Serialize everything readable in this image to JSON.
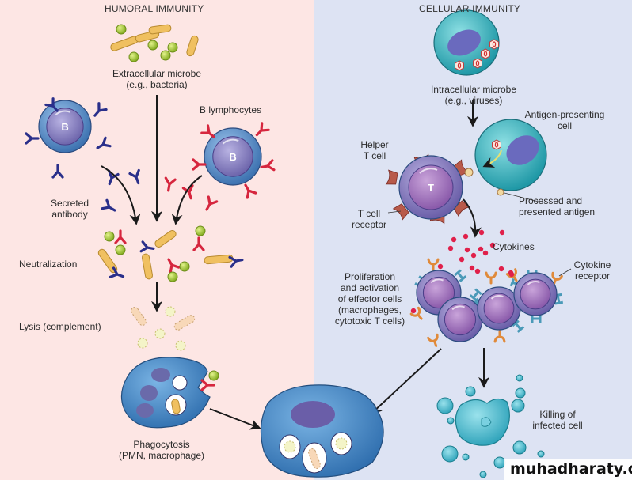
{
  "panels": {
    "humoral": {
      "title": "HUMORAL IMMUNITY",
      "bg": "#fde6e4"
    },
    "cellular": {
      "title": "CELLULAR IMMUNITY",
      "bg": "#dde3f3"
    }
  },
  "labels": {
    "extracellular_microbe": [
      "Extracellular microbe",
      "(e.g., bacteria)"
    ],
    "b_lymphocytes": "B lymphocytes",
    "secreted_antibody": [
      "Secreted",
      "antibody"
    ],
    "neutralization": "Neutralization",
    "lysis": "Lysis (complement)",
    "phagocytosis": [
      "Phagocytosis",
      "(PMN, macrophage)"
    ],
    "intracellular_microbe": [
      "Intracellular microbe",
      "(e.g., viruses)"
    ],
    "antigen_presenting_cell": [
      "Antigen-presenting",
      "cell"
    ],
    "helper_t_cell": [
      "Helper",
      "T cell"
    ],
    "t_cell_receptor": [
      "T cell",
      "receptor"
    ],
    "processed_antigen": [
      "Processed and",
      "presented antigen"
    ],
    "cytokines": "Cytokines",
    "cytokine_receptor": [
      "Cytokine",
      "receptor"
    ],
    "proliferation": [
      "Proliferation",
      "and activation",
      "of effector cells",
      "(macrophages,",
      "cytotoxic T cells)"
    ],
    "killing": [
      "Killing of",
      "infected cell"
    ],
    "b_cell_letter": "B",
    "t_cell_letter": "T"
  },
  "colors": {
    "b_cell": "#5a8fc8",
    "b_nucleus": "#8c86c4",
    "t_cell": "#8c7ec0",
    "t_nucleus": "#a57bbf",
    "apc": "#3fb0b8",
    "antibody_blue": "#2a2f8a",
    "antibody_red": "#d6263e",
    "bacteria_rod": "#f0c060",
    "bacteria_coccus": "#a8cc3a",
    "cytokine": "#e0204a",
    "receptor_orange": "#e08a3a",
    "tcr": "#b85a4a",
    "phagocyte": "#4a8ac8",
    "dying_cell": "#5cc0d0",
    "arrow": "#1a1a1a"
  },
  "watermark": "muhadharaty.com"
}
